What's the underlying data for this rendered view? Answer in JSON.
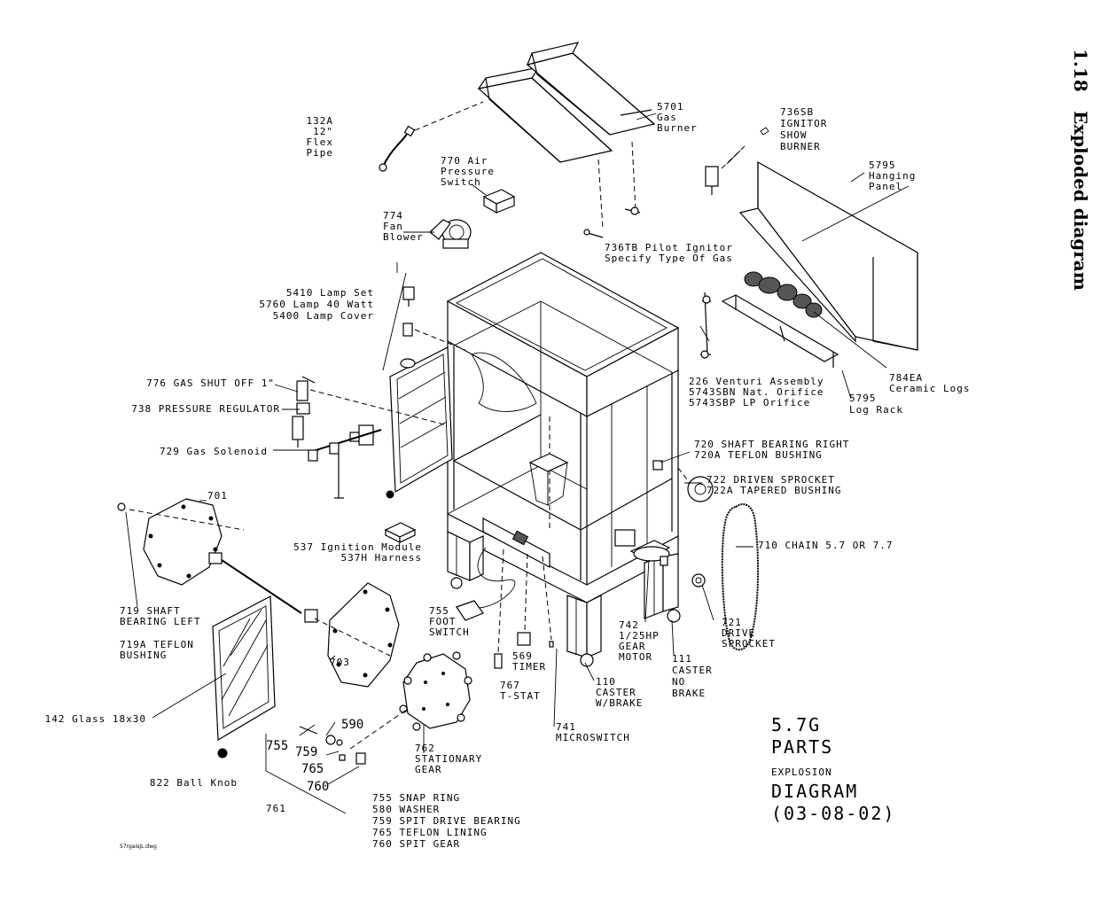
{
  "side_title": {
    "section": "1.18",
    "heading": "Exploded diagram"
  },
  "title_block": {
    "line1": "5.7G",
    "line2": "PARTS",
    "line3": "EXPLOSION",
    "line4": "DIAGRAM",
    "line5": "(03-08-02)"
  },
  "file_name": "57rgaisJL.dwg",
  "labels": {
    "l132a": [
      "132A",
      "12\"",
      "Flex",
      "Pipe"
    ],
    "l770": [
      "770 Air",
      "Pressure",
      "Switch"
    ],
    "l5701": [
      "5701",
      "Gas",
      "Burner"
    ],
    "l736sb": [
      "736SB",
      "IGNITOR",
      "SHOW",
      "BURNER"
    ],
    "l5795hp": [
      "5795",
      "Hanging",
      "Panel"
    ],
    "l774": [
      "774",
      "Fan",
      "Blower"
    ],
    "l736tb": [
      "736TB Pilot Ignitor",
      "Specify Type Of Gas"
    ],
    "l5410": [
      "5410 Lamp Set",
      "5760 Lamp 40 Watt",
      "5400 Lamp Cover"
    ],
    "l776": "776 GAS SHUT OFF 1\"",
    "l738": "738 PRESSURE REGULATOR",
    "l729": "729 Gas Solenoid",
    "l226": [
      "226 Venturi Assembly",
      "5743SBN Nat. Orifice",
      "5743SBP LP Orifice"
    ],
    "l784ea": [
      "784EA",
      "Ceramic Logs"
    ],
    "l5795lr": [
      "5795",
      "Log Rack"
    ],
    "l720": [
      "720  SHAFT BEARING RIGHT",
      "720A TEFLON BUSHING"
    ],
    "l722": [
      "722 DRIVEN SPROCKET",
      "722A TAPERED BUSHING"
    ],
    "l701": "701",
    "l537": [
      "537 Ignition Module",
      "537H Harness"
    ],
    "l710": "710 CHAIN 5.7 OR 7.7",
    "l719": [
      "719 SHAFT",
      "BEARING LEFT"
    ],
    "l719a": [
      "719A TEFLON",
      "BUSHING"
    ],
    "l755fs": [
      "755",
      "FOOT",
      "SWITCH"
    ],
    "l742": [
      "742",
      "1/25HP",
      "GEAR",
      "MOTOR"
    ],
    "l721": [
      "721",
      "DRIVE",
      "SPROCKET"
    ],
    "l703": "703",
    "l569": [
      "569",
      "TIMER"
    ],
    "l767": [
      "767",
      "T-STAT"
    ],
    "l110": [
      "110",
      "CASTER",
      "W/BRAKE"
    ],
    "l111": [
      "111",
      "CASTER",
      "NO",
      "BRAKE"
    ],
    "l142": "142 Glass 18x30",
    "l741": [
      "741",
      "MICROSWITCH"
    ],
    "l590": "590",
    "l755a": "755",
    "l759": "759",
    "l765": "765",
    "l760": "760",
    "l762": [
      "762",
      "STATIONARY",
      "GEAR"
    ],
    "l822": "822 Ball Knob",
    "l761": "761",
    "legend": [
      "755 SNAP RING",
      "580 WASHER",
      "759 SPIT DRIVE BEARING",
      "765 TEFLON LINING",
      "760 SPIT GEAR"
    ]
  }
}
